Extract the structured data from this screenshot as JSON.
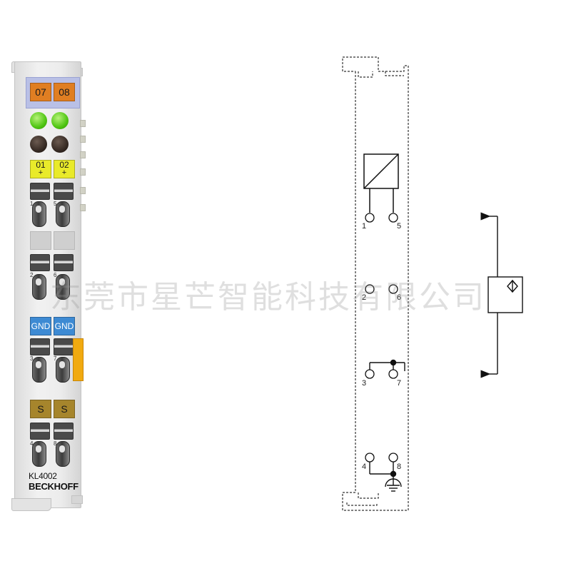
{
  "terminal": {
    "top_labels": [
      "07",
      "08"
    ],
    "channel_labels": [
      {
        "num": "01",
        "sign": "+"
      },
      {
        "num": "02",
        "sign": "+"
      }
    ],
    "gnd_labels": [
      "GND",
      "GND"
    ],
    "shield_labels": [
      "S",
      "S"
    ],
    "pin_numbers": [
      "1",
      "5",
      "2",
      "6",
      "3",
      "7",
      "4",
      "8"
    ],
    "model": "KL4002",
    "brand": "BECKHOFF",
    "led_run_color": "#4fc512",
    "led_error_color": "#2e231d"
  },
  "diagram": {
    "pins": [
      "1",
      "5",
      "2",
      "6",
      "3",
      "7",
      "4",
      "8"
    ],
    "symbols": [
      "converter-symbol",
      "ground-symbol",
      "actuator-symbol"
    ]
  },
  "watermark": "东莞市星芒智能科技有限公司",
  "colors": {
    "orange_label": "#e07e22",
    "yellow_label": "#e9ea2a",
    "blue_label": "#3d8ad3",
    "olive_label": "#a6852c",
    "blue_strip": "#b9c0e6",
    "side_clip": "#f1aa10"
  }
}
